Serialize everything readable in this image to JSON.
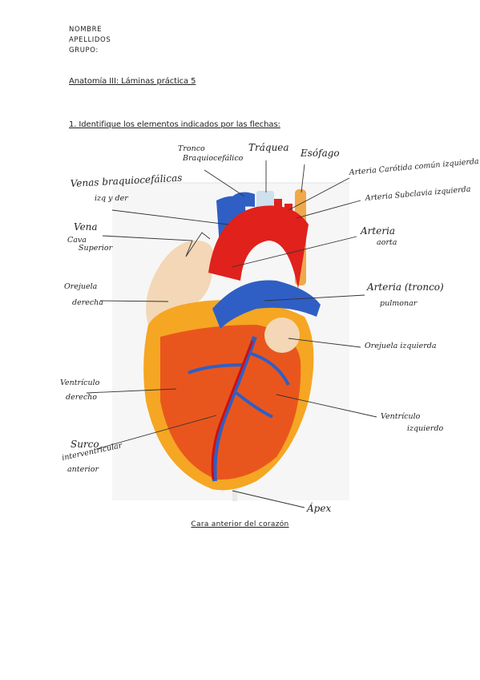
{
  "header": {
    "nombre": "NOMBRE",
    "apellidos": "APELLIDOS",
    "grupo": "GRUPO:"
  },
  "title": "Anatomía III: Láminas práctica 5",
  "question": "1. Identifique los elementos indicados por las flechas:",
  "caption": "Cara anterior del corazón",
  "labels": {
    "tronco_1": "Tronco",
    "tronco_2": "Braquiocefálico",
    "traquea": "Tráquea",
    "esofago": "Esófago",
    "arteria_carotida": "Arteria Carótida común izquierda",
    "venas_1": "Venas braquiocefálicas",
    "venas_2": "izq y der",
    "arteria_subclavia": "Arteria Subclavia izquierda",
    "vena_cava_1": "Vena",
    "vena_cava_2": "Cava",
    "vena_cava_3": "Superior",
    "arteria_aorta_1": "Arteria",
    "arteria_aorta_2": "aorta",
    "orejuela_der_1": "Orejuela",
    "orejuela_der_2": "derecha",
    "arteria_pulmonar_1": "Arteria (tronco)",
    "arteria_pulmonar_2": "pulmonar",
    "orejuela_izq": "Orejuela izquierda",
    "ventriculo_der_1": "Ventrículo",
    "ventriculo_der_2": "derecho",
    "ventriculo_izq_1": "Ventrículo",
    "ventriculo_izq_2": "izquierdo",
    "surco_1": "Surco",
    "surco_2": "interventricular",
    "surco_3": "anterior",
    "apex": "Ápex"
  }
}
